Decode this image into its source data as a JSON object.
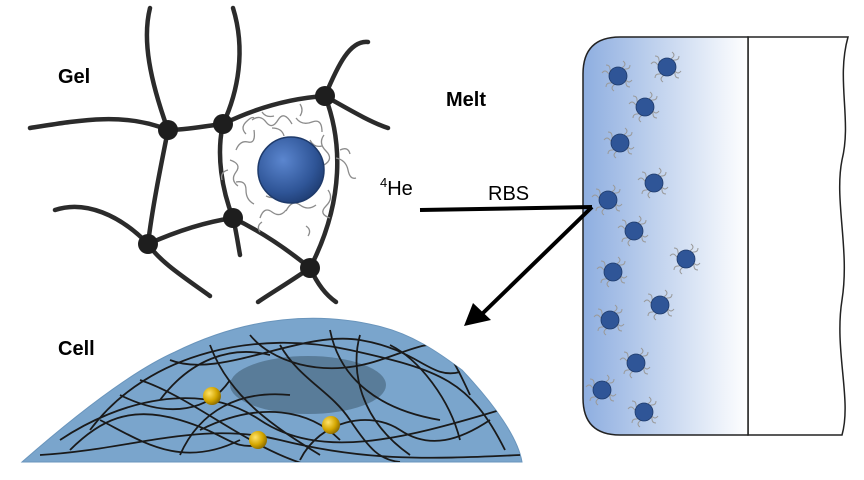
{
  "labels": {
    "gel": "Gel",
    "melt": "Melt",
    "cell": "Cell",
    "helium_mass": "4",
    "helium_symbol": "He",
    "rbs": "RBS"
  },
  "colors": {
    "network": "#2b2b2b",
    "crosslink": "#1e1e1e",
    "particle": "#2f5597",
    "cell_body": "#7aa5cc",
    "nucleus": "#4f6f88",
    "organelle": "#c8a000",
    "sample_gradient_start": "#8eaee0"
  },
  "icons": {
    "gel_crosslink": "black-dot",
    "nanoparticle": "blue-sphere-with-polymer-corona",
    "organelle": "gold-sphere",
    "beam_arrow": "arrow"
  }
}
